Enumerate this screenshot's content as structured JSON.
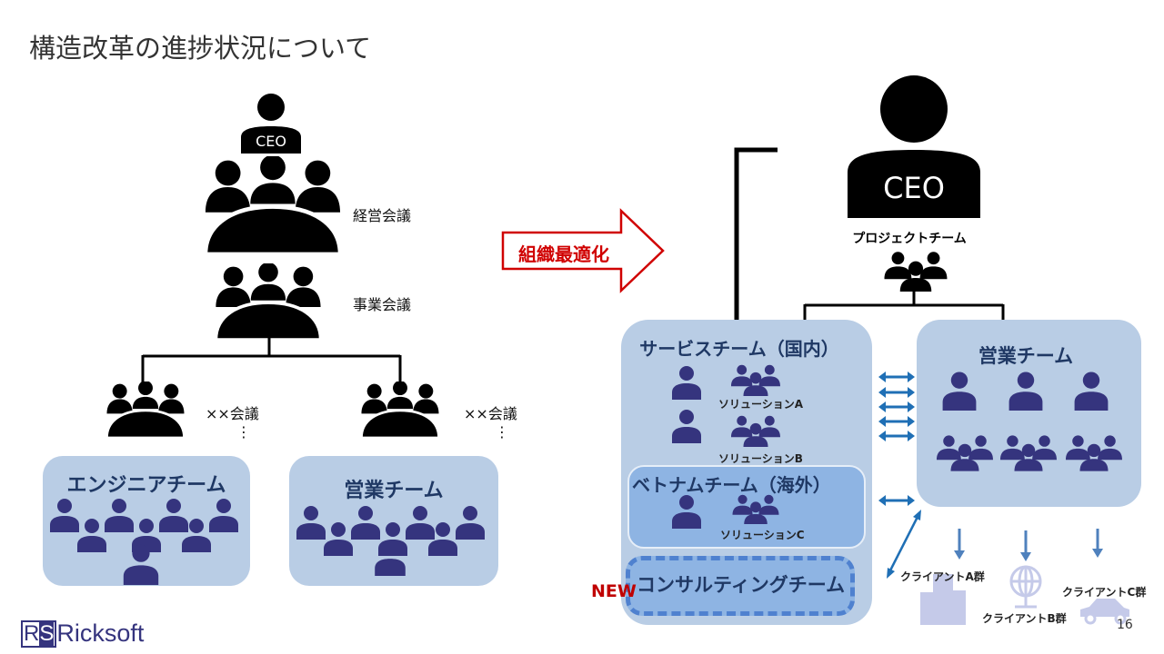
{
  "title": "構造改革の進捗状況について",
  "left": {
    "ceo_label": "CEO",
    "management_meeting": "経営会議",
    "business_meeting": "事業会議",
    "xx_meeting_1": "××会議",
    "xx_meeting_2": "××会議",
    "ellipsis": "⋮",
    "engineer_team": "エンジニアチーム",
    "sales_team": "営業チーム"
  },
  "arrow_label": "組織最適化",
  "right": {
    "ceo_label": "CEO",
    "project_team": "プロジェクトチーム",
    "service_team": "サービスチーム（国内）",
    "solution_a": "ソリューションA",
    "solution_b": "ソリューションB",
    "vietnam_team": "ベトナムチーム（海外）",
    "solution_c": "ソリューションC",
    "consulting_team": "コンサルティングチーム",
    "new_badge": "NEW",
    "sales_team": "営業チーム",
    "client_a": "クライアントA群",
    "client_b": "クライアントB群",
    "client_c": "クライアントC群"
  },
  "logo": "RSRicksoft",
  "page_number": "16",
  "colors": {
    "box": "#b9cde5",
    "inner_box": "#8eb4e3",
    "icon": "#35347e",
    "arrow_red": "#d00000",
    "arrow_blue": "#1f6fb5"
  }
}
